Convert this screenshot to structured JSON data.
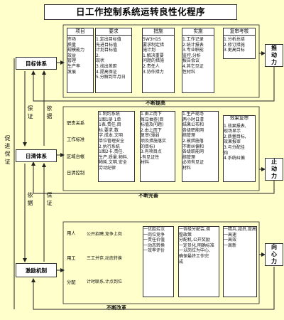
{
  "title": "日工作控制系统运转良性化程序",
  "left_boxes": {
    "goal": "目标体系",
    "daily": "日清体系",
    "incentive": "激励机制"
  },
  "side_labels": {
    "promote_guarantee": "促进保证",
    "guarantee1": "保证",
    "basis1": "依据",
    "basis2": "依据",
    "guarantee2": "保证"
  },
  "forces": {
    "push": "推动力",
    "stop": "止动力",
    "centripetal": "向心力"
  },
  "bottom_labels": {
    "top": "不断提高",
    "middle": "不断完善",
    "bottom": "不断改革"
  },
  "section1": {
    "headers": {
      "project": "项目",
      "req": "要求",
      "measure": "措施",
      "impl": "实施",
      "review": "复审考核"
    },
    "projects": [
      "市场",
      "质量",
      "规模能力",
      "效益",
      "管理",
      "生产率",
      "发展"
    ],
    "requirements": [
      "1.定出目标值",
      "  先进目标值",
      "  计划目标值",
      "2.",
      "  现状",
      "3.找出差距",
      "4.提高保证",
      "5.分解到年月日"
    ],
    "measures": [
      "5W3H1S",
      "要求制定措",
      "施计划",
      "1.解决重要",
      "问题的措施",
      "2.责任人",
      "3.协作措力"
    ],
    "implementation": [
      "1.工作记录",
      "2.统计报表",
      "3.专业职能",
      "  监控,分析",
      "  报告会议",
      "4.其它见证",
      "  性材料"
    ],
    "review": [
      "1.分析总结",
      "2.修订措施",
      "3.更高目标"
    ]
  },
  "section2": {
    "left_labels": [
      "职责关系",
      "工作标准",
      "区域台帐",
      "日清控制"
    ],
    "standards": [
      "1.制约系统",
      "1图1册 1单",
      "1表.责任.目",
      "标.要求.数",
      "字.成本.文明",
      "单位管理安全",
      "2.执行系统",
      "1图2卡.责任.",
      "生产.质量.物料.",
      "物耗.文明.安全",
      "劳动纪律"
    ],
    "col2": [
      "1.由上而下",
      "每日抽查(目",
      "标值及问题)",
      "2.由上而下",
      "复审(薄弱",
      "项及措施落实",
      "的目标)",
      "3.有项目点",
      "-有见证性",
      "材料"
    ],
    "col3": [
      "1.生产现场",
      "两小时日清",
      "结果公布和",
      "各级职能网",
      "络管理",
      "2.被措施落",
      "不断纠偏和",
      "各级职能网",
      "络管理",
      "必须有见证",
      "材料"
    ],
    "review_title": "效果复审",
    "review": [
      "1.效果报表,",
      "现场显示",
      "2.质量目标,",
      "效果报审",
      "3.与分配挂",
      "钩",
      "4.系统纠偏"
    ]
  },
  "section3": {
    "left_labels": [
      "用人",
      "用工",
      "分配"
    ],
    "c1": [
      "公开招聘,竞争上岗",
      "三工并存,动态转换",
      "计时联系,计点到位"
    ],
    "c2": [
      "一优胜劣汰",
      "一岗位竞争",
      "一责任价值",
      "一动态转换",
      "一效率评价"
    ],
    "c3": [
      "一各级分配会,调",
      "整政策",
      "分配机,公开奖励",
      "一定员化,明确标准",
      "一以岗位为中心,",
      "确保最终工作完",
      "成"
    ],
    "c4": [
      "一精兵,减员,提高劳动生产率",
      "一高速",
      "一高效",
      "一高新"
    ]
  }
}
